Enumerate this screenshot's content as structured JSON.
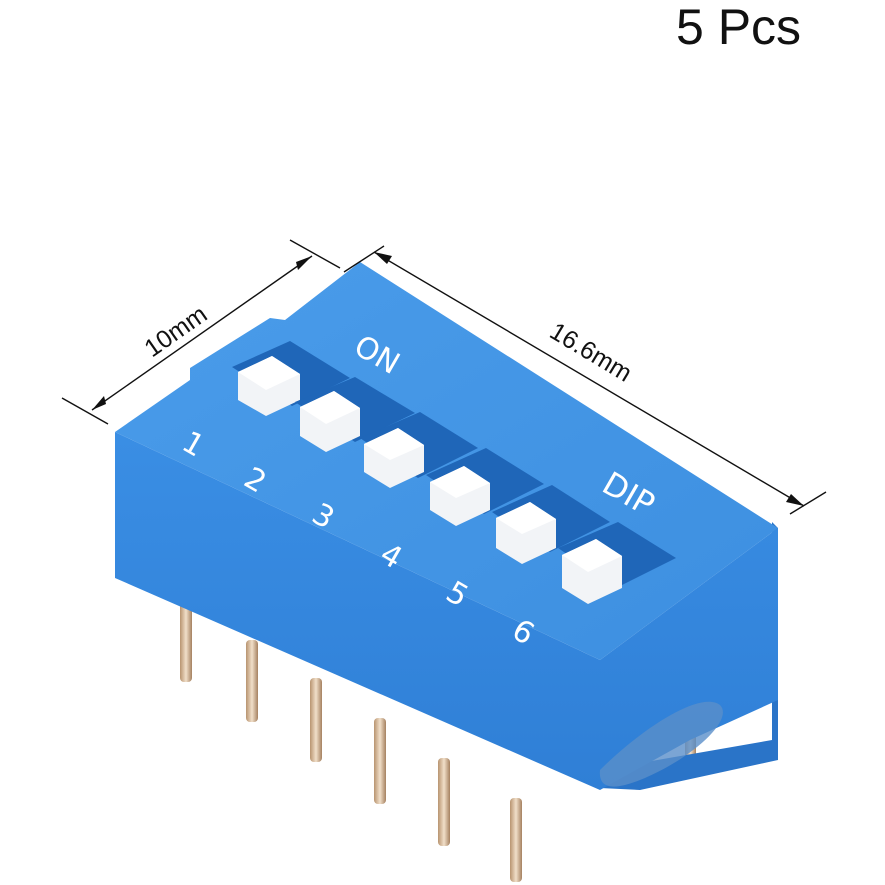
{
  "quantity_label": "5 Pcs",
  "dimensions": {
    "width_label": "10mm",
    "length_label": "16.6mm"
  },
  "switch_body": {
    "on_label": "ON",
    "type_label": "DIP",
    "positions": [
      "1",
      "2",
      "3",
      "4",
      "5",
      "6"
    ],
    "body_color": "#3b86d6",
    "knob_color": "#f2f4f7"
  }
}
